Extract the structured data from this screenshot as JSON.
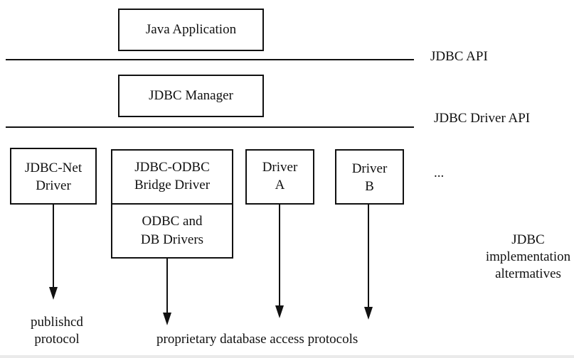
{
  "layers": {
    "java_application": "Java Application",
    "jdbc_manager": "JDBC Manager"
  },
  "apis": {
    "jdbc_api": "JDBC API",
    "jdbc_driver_api": "JDBC Driver API"
  },
  "drivers": {
    "jdbc_net": {
      "line1": "JDBC-Net",
      "line2": "Driver"
    },
    "jdbc_odbc": {
      "line1": "JDBC-ODBC",
      "line2": "Bridge Driver"
    },
    "odbc_db": {
      "line1": "ODBC and",
      "line2": "DB Drivers"
    },
    "driver_a": {
      "line1": "Driver",
      "line2": "A"
    },
    "driver_b": {
      "line1": "Driver",
      "line2": "B"
    },
    "ellipsis": "..."
  },
  "implementation_label": {
    "line1": "JDBC",
    "line2": "implementation",
    "line3": "altermatives"
  },
  "protocols": {
    "published": {
      "line1": "publishcd",
      "line2": "protocol"
    },
    "proprietary": "proprietary database access protocols"
  }
}
